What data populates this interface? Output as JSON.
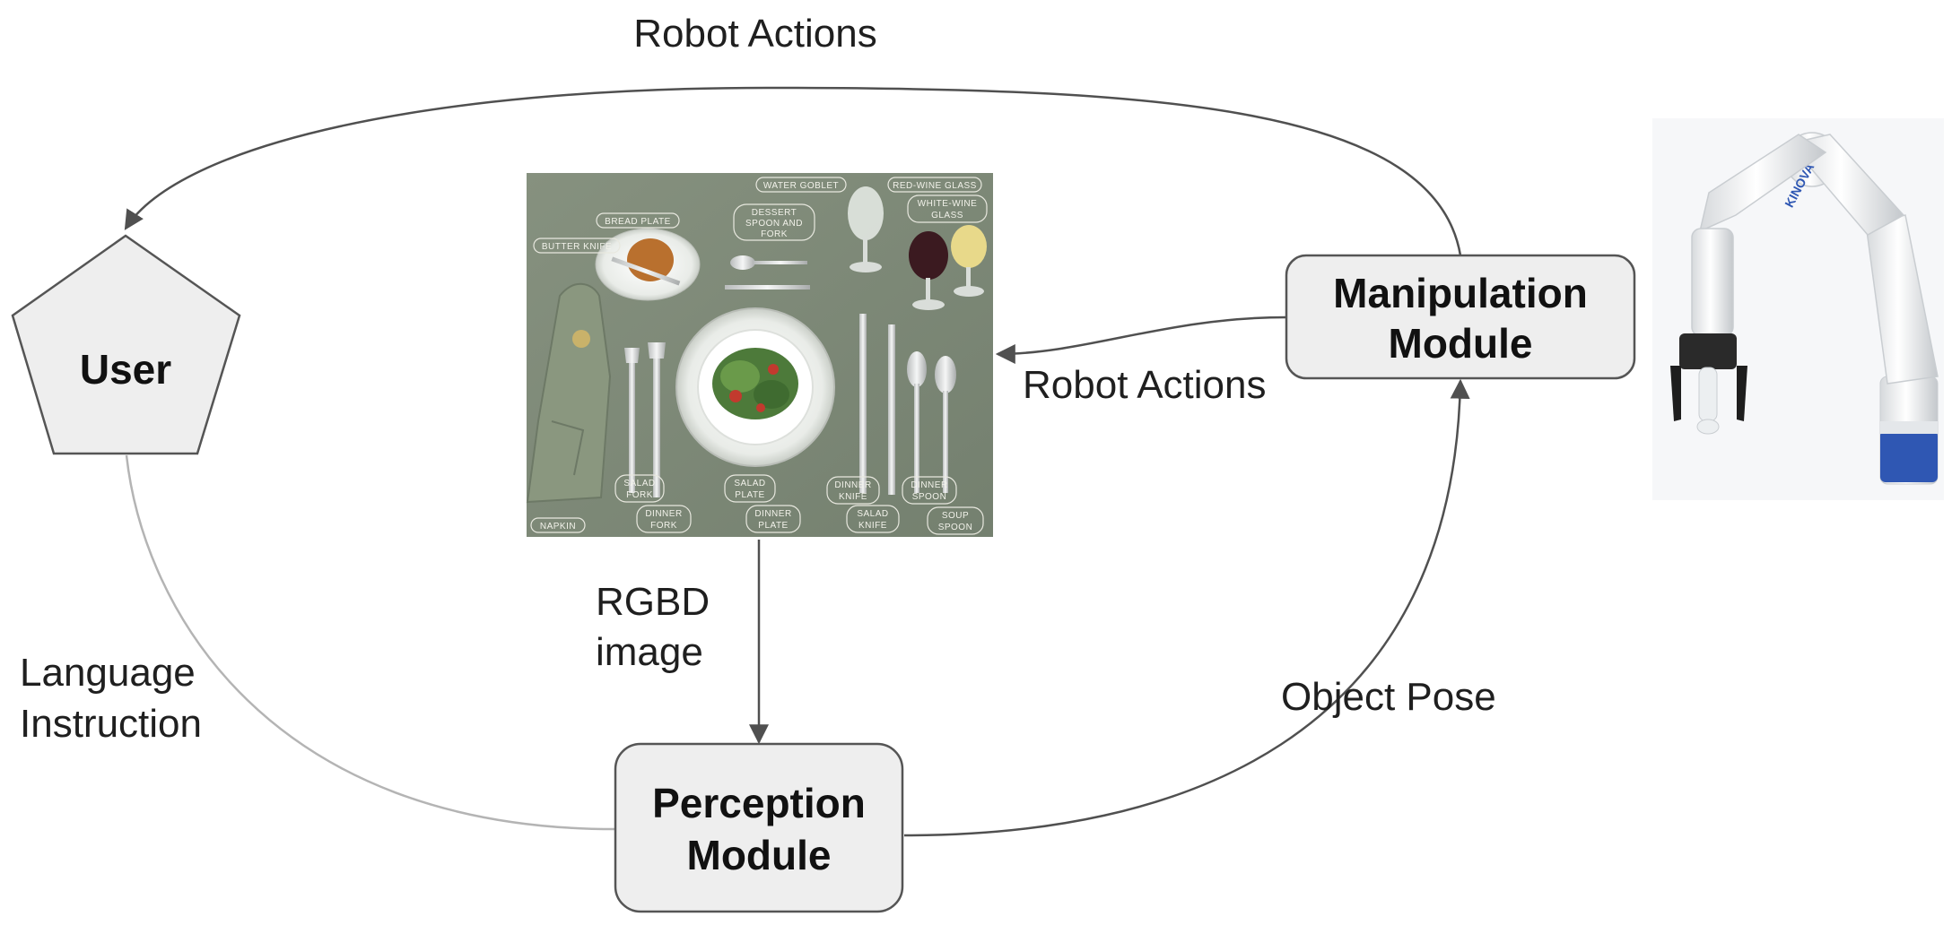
{
  "nodes": {
    "user": "User",
    "manipulation": [
      "Manipulation",
      "Module"
    ],
    "perception": [
      "Perception",
      "Module"
    ]
  },
  "edges": {
    "top_robot_actions": "Robot Actions",
    "mid_robot_actions": "Robot Actions",
    "rgbd": [
      "RGBD",
      "image"
    ],
    "language": [
      "Language",
      "Instruction"
    ],
    "object_pose": "Object Pose"
  },
  "table_image": {
    "labels": {
      "water_goblet": "WATER GOBLET",
      "red_wine": "RED-WINE GLASS",
      "white_wine": [
        "WHITE-WINE",
        "GLASS"
      ],
      "dessert": [
        "DESSERT",
        "SPOON AND",
        "FORK"
      ],
      "bread_plate": "BREAD PLATE",
      "butter_knife": "BUTTER KNIFE",
      "napkin": "NAPKIN",
      "salad_fork": [
        "SALAD",
        "FORK"
      ],
      "dinner_fork": [
        "DINNER",
        "FORK"
      ],
      "salad_plate": [
        "SALAD",
        "PLATE"
      ],
      "dinner_plate": [
        "DINNER",
        "PLATE"
      ],
      "dinner_knife": [
        "DINNER",
        "KNIFE"
      ],
      "salad_knife": [
        "SALAD",
        "KNIFE"
      ],
      "dinner_spoon": [
        "DINNER",
        "SPOON"
      ],
      "soup_spoon": [
        "SOUP",
        "SPOON"
      ]
    }
  },
  "robot_image": {
    "brand": "KINOVA"
  },
  "colors": {
    "node_fill": "#eeeeee",
    "node_stroke": "#555555",
    "edge_dark": "#505050",
    "edge_light": "#b4b4b4",
    "tablecloth": "#7f8b7c"
  }
}
